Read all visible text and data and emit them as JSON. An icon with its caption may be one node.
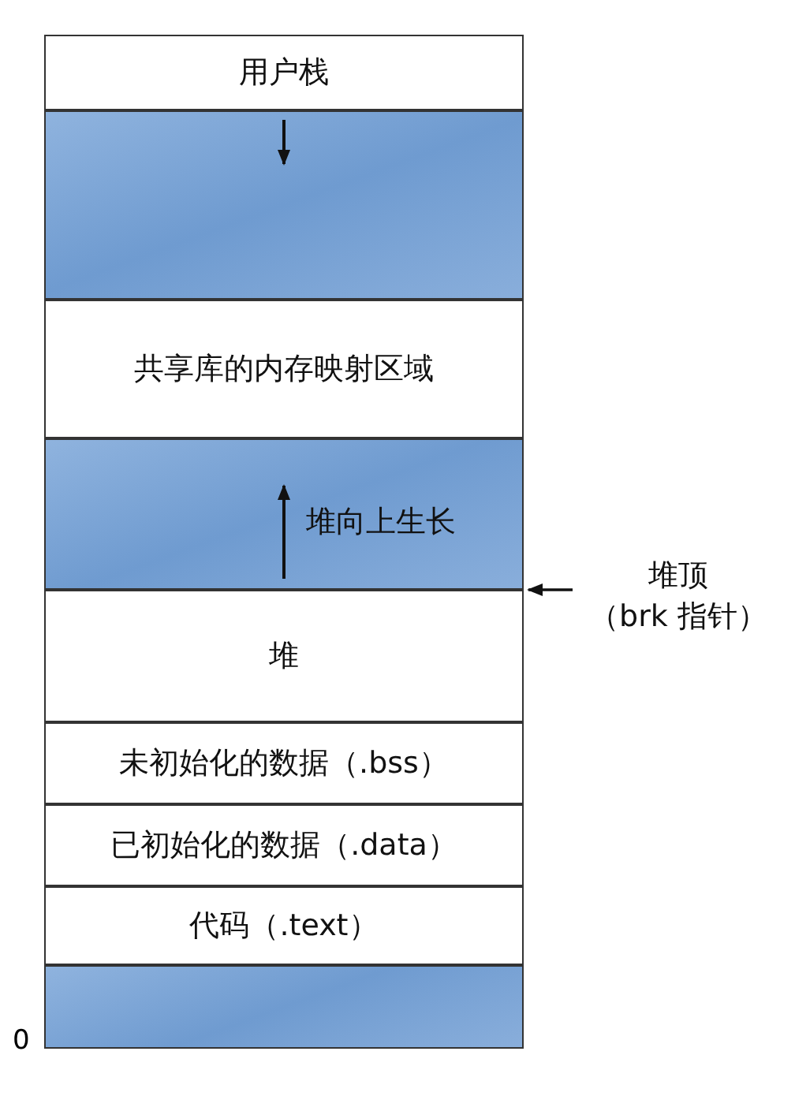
{
  "diagram": {
    "nodes": [
      {
        "text": [
          "用户栈"
        ]
      },
      {
        "text": [],
        "shape": "box"
      },
      {
        "text": [
          "共享库的内存映射区域"
        ]
      },
      {
        "text": [
          "堆向上生长"
        ]
      },
      {
        "text": [
          "堆"
        ]
      },
      {
        "text": [
          "未初始化的数据（.bss）"
        ]
      },
      {
        "text": [
          "已初始化的数据（.data）"
        ]
      },
      {
        "text": [
          "代码（.text）"
        ]
      },
      {
        "text": [],
        "shape": "box"
      },
      {
        "text": [
          "堆顶",
          "（brk 指针）"
        ]
      }
    ],
    "edges": [
      {
        "from": 9,
        "to": 4,
        "arrow": "to"
      }
    ],
    "labels": [
      "0"
    ]
  }
}
